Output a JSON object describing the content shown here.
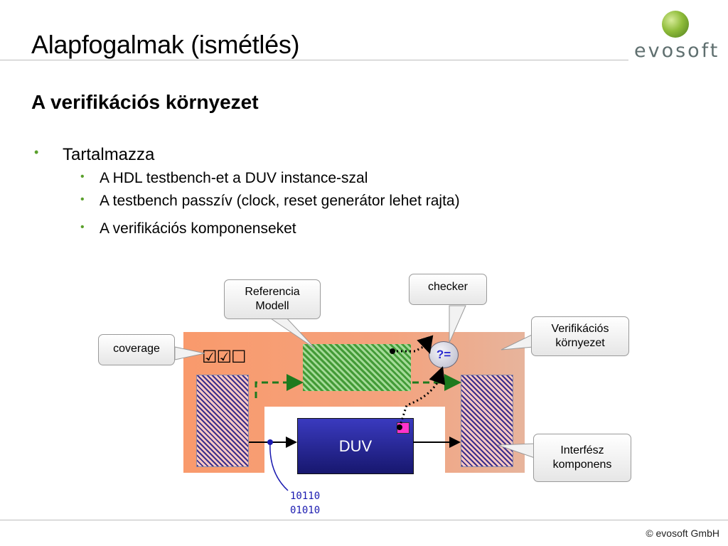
{
  "header": {
    "title": "Alapfogalmak (ismétlés)",
    "logo_text": "evosoft"
  },
  "subtitle": "A verifikációs környezet",
  "bullets": {
    "level1": "Tartalmazza",
    "level2": [
      "A HDL testbench-et a DUV instance-szal",
      "A testbench passzív (clock, reset generátor lehet rajta)",
      "A verifikációs komponenseket"
    ]
  },
  "diagram": {
    "callouts": {
      "referencia_line1": "Referencia",
      "referencia_line2": "Modell",
      "checker": "checker",
      "coverage": "coverage",
      "verif_line1": "Verifikációs",
      "verif_line2": "környezet",
      "interfesz_line1": "Interfész",
      "interfesz_line2": "komponens"
    },
    "duv_label": "DUV",
    "checker_symbol": "?=",
    "coverage_marks": "☑☑☐",
    "bits_line1": "10110",
    "bits_line2": "01010"
  },
  "footer": "© evosoft GmbH"
}
